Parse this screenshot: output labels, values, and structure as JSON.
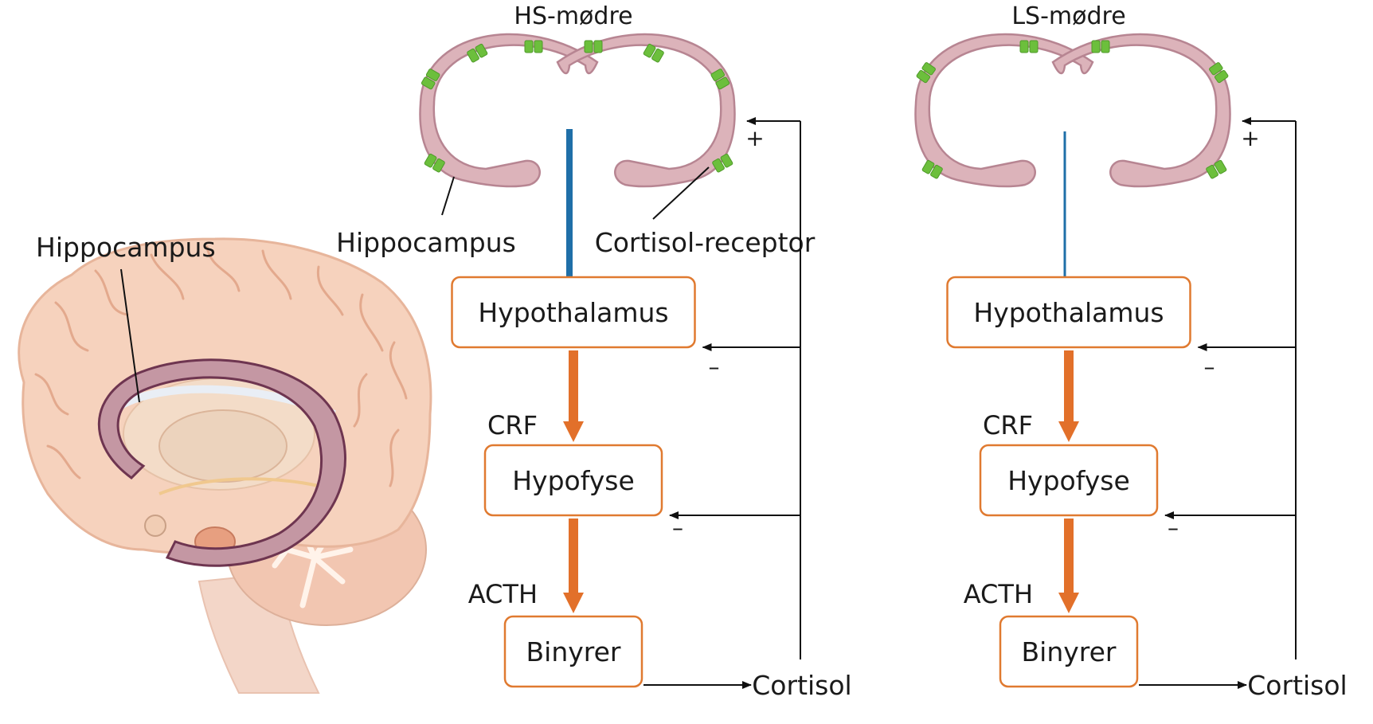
{
  "colors": {
    "blue_arrow": "#1f6fa8",
    "orange_arrow": "#e2702a",
    "box_border": "#e07a30",
    "hippocampus_fill": "#dcb3ba",
    "receptor_green": "#6cbf3c",
    "brain_fill": "#f6d2bd"
  },
  "brain": {
    "hippocampus_label": "Hippocampus"
  },
  "panels": [
    {
      "title": "HS-mødre",
      "hippocampus_label": "Hippocampus",
      "receptor_label": "Cortisol-receptor",
      "boxes": [
        "Hypothalamus",
        "Hypofyse",
        "Binyrer"
      ],
      "hormones": [
        "CRF",
        "ACTH"
      ],
      "output": "Cortisol",
      "feedback_signs": [
        "+",
        "–",
        "–"
      ],
      "receptor_level": "high"
    },
    {
      "title": "LS-mødre",
      "boxes": [
        "Hypothalamus",
        "Hypofyse",
        "Binyrer"
      ],
      "hormones": [
        "CRF",
        "ACTH"
      ],
      "output": "Cortisol",
      "feedback_signs": [
        "+",
        "–",
        "–"
      ],
      "receptor_level": "low"
    }
  ]
}
